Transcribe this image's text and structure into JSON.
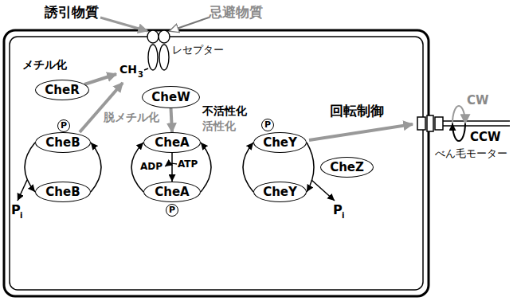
{
  "diagram": {
    "nodes": [
      {
        "text": [
          "CheR"
        ]
      },
      {
        "text": [
          "CheW"
        ]
      },
      {
        "text": [
          "P"
        ]
      },
      {
        "text": [
          "CheB"
        ]
      },
      {
        "text": [
          "CheB"
        ]
      },
      {
        "text": [
          "CheA"
        ]
      },
      {
        "text": [
          "CheA"
        ]
      },
      {
        "text": [
          "P"
        ]
      },
      {
        "text": [
          "CheY"
        ]
      },
      {
        "text": [
          "P"
        ]
      },
      {
        "text": [
          "CheZ"
        ]
      },
      {
        "text": [
          "CheY"
        ]
      }
    ],
    "edges": [
      {
        "from": 1,
        "to": 5,
        "arrow": "to"
      },
      {
        "from": 3,
        "to": 4,
        "arrow": "to"
      },
      {
        "from": 4,
        "to": 3,
        "arrow": "to"
      },
      {
        "from": 5,
        "to": 6,
        "arrow": "to"
      },
      {
        "from": 6,
        "to": 5,
        "arrow": "to"
      },
      {
        "from": 6,
        "to": 5,
        "arrow": "to"
      },
      {
        "from": 11,
        "to": 8,
        "arrow": "to"
      },
      {
        "from": 8,
        "to": 11,
        "arrow": "to"
      }
    ],
    "labels": [
      "誘引物質",
      "忌避物質",
      "レセプター",
      "メチル化",
      "CH",
      "3",
      "脱メチル化",
      "不活性化",
      "活性化",
      "ADP",
      "ATP",
      "P",
      "i",
      "P",
      "i",
      "回転制御",
      "CW",
      "CCW",
      "べん毛モーター"
    ]
  }
}
